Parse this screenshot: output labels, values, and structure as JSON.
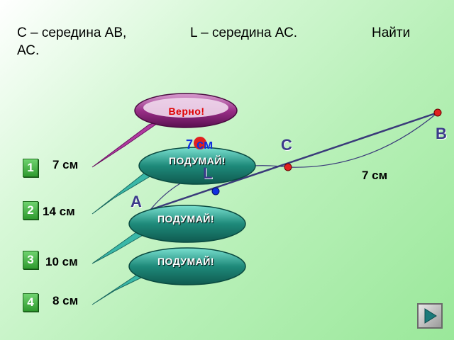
{
  "task": {
    "part1": "С – середина АВ,",
    "part2": "L – середина АС.",
    "part3": "Найти",
    "part4": "АС."
  },
  "points": {
    "B": "B",
    "C": "C",
    "L": "L",
    "A": "A"
  },
  "segment_label": "7 см",
  "overlay_label": "7 см",
  "options": [
    {
      "number": "1",
      "answer": "7 см"
    },
    {
      "number": "2",
      "answer": "14 см"
    },
    {
      "number": "3",
      "answer": "10 см"
    },
    {
      "number": "4",
      "answer": "8 см"
    }
  ],
  "bubbles": {
    "correct": "Верно!",
    "think1": "ПОДУМАЙ!",
    "think2": "ПОДУМАЙ!",
    "think3": "ПОДУМАЙ!"
  },
  "colors": {
    "line": "#3a3a7a",
    "point_red": "#e02020",
    "point_blue": "#1030e0",
    "bubble_purple": "#7a1f6a",
    "bubble_teal": "#2a9a8a",
    "correct_text": "#e00000"
  },
  "icons": {
    "next": "next-arrow-icon"
  }
}
